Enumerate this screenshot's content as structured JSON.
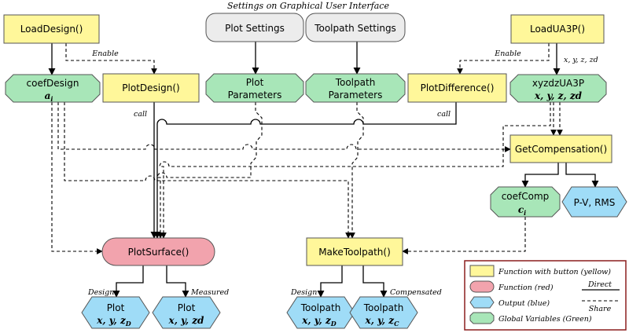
{
  "title": "Settings on Graphical User Interface",
  "nodes": {
    "load_design": "LoadDesign()",
    "plot_settings": "Plot Settings",
    "toolpath_settings": "Toolpath Settings",
    "load_ua3p": "LoadUA3P()",
    "coef_design": "coefDesign",
    "coef_design_var": "a",
    "coef_design_sub": "i",
    "plot_design": "PlotDesign()",
    "plot_parameters_1": "Plot",
    "plot_parameters_2": "Parameters",
    "toolpath_parameters_1": "Toolpath",
    "toolpath_parameters_2": "Parameters",
    "plot_difference": "PlotDifference()",
    "xyzdz_ua3p": "xyzdzUA3P",
    "xyzdz_ua3p_vars": "x, y, z, zd",
    "get_compensation": "GetCompensation()",
    "coef_comp": "coefComp",
    "coef_comp_var": "c",
    "coef_comp_sub": "i",
    "pv_rms": "P-V, RMS",
    "plot_surface": "PlotSurface()",
    "make_toolpath": "MakeToolpath()",
    "plot_design_out": "Plot",
    "plot_design_out_vars": "x, y, z",
    "plot_design_out_sub": "D",
    "plot_measured_out": "Plot",
    "plot_measured_out_vars": "x, y, zd",
    "toolpath_design_out": "Toolpath",
    "toolpath_design_out_vars": "x, y, z",
    "toolpath_design_out_sub": "D",
    "toolpath_comp_out": "Toolpath",
    "toolpath_comp_out_vars": "x, y, z",
    "toolpath_comp_out_sub": "C"
  },
  "edge_labels": {
    "enable_left": "Enable",
    "enable_right": "Enable",
    "xyzzd": "x, y, z, zd",
    "call_left": "call",
    "call_right": "call",
    "design_left": "Design",
    "measured": "Measured",
    "design_right": "Design",
    "compensated": "Compensated"
  },
  "legend": {
    "function_button": "Function with button (yellow)",
    "function_red": "Function (red)",
    "output_blue": "Output (blue)",
    "global_vars": "Global Variables (Green)",
    "direct": "Direct",
    "share": "Share"
  },
  "colors": {
    "yellow": "#fff79a",
    "gray": "#ececec",
    "green": "#a8e6b8",
    "red": "#f2a3ad",
    "blue": "#9fdcf7",
    "legend_border": "#8b1e1e"
  }
}
